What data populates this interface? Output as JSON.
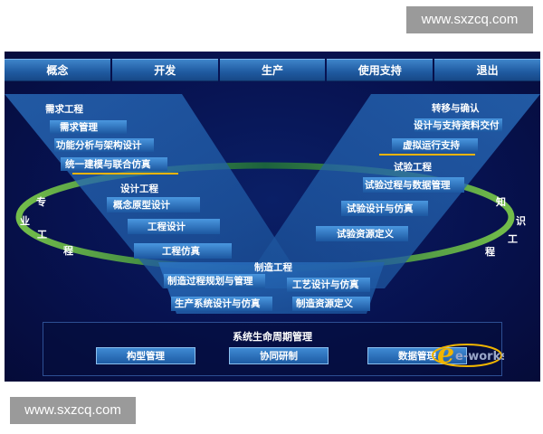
{
  "watermark": {
    "top": "www.sxzcq.com",
    "bottom": "www.sxzcq.com"
  },
  "tabs": [
    "概念",
    "开发",
    "生产",
    "使用支持",
    "退出"
  ],
  "left_branch": {
    "requirements": {
      "title": "需求工程",
      "items": [
        "需求管理",
        "功能分析与架构设计",
        "统一建模与联合仿真"
      ]
    },
    "design": {
      "title": "设计工程",
      "items": [
        "概念原型设计",
        "工程设计",
        "工程仿真"
      ]
    }
  },
  "right_branch": {
    "transfer": {
      "title": "转移与确认",
      "items": [
        "设计与支持资料交付",
        "虚拟运行支持"
      ]
    },
    "test": {
      "title": "试验工程",
      "items": [
        "试验过程与数据管理",
        "试验设计与仿真",
        "试验资源定义"
      ]
    }
  },
  "bottom": {
    "title": "制造工程",
    "items": [
      "制造过程规划与管理",
      "工艺设计与仿真",
      "生产系统设计与仿真",
      "制造资源定义"
    ]
  },
  "ring_left_chars": [
    "专",
    "业",
    "工",
    "程"
  ],
  "ring_right_chars": [
    "知",
    "识",
    "工",
    "程"
  ],
  "lifecycle": {
    "title": "系统生命周期管理",
    "buttons": [
      "构型管理",
      "协同研制",
      "数据管理"
    ]
  },
  "logo_text": "e-works",
  "colors": {
    "panel": "#071250",
    "tab": "#2a6ab3",
    "band": "#1e5fa8",
    "ring": "#8ed34a",
    "accent": "#f0b400"
  }
}
